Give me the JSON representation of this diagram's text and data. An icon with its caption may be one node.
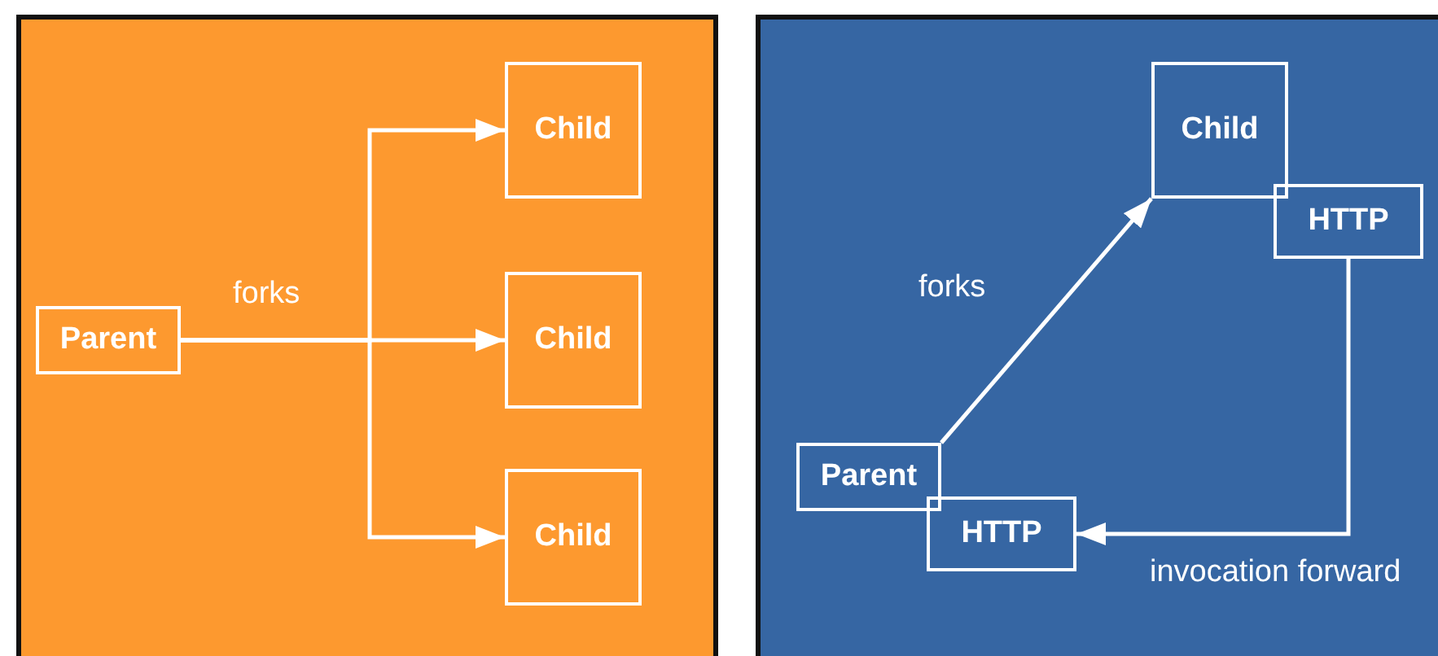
{
  "diagram": {
    "nodes": [
      {
        "text": [
          "Parent"
        ]
      },
      {
        "text": [
          "Child"
        ]
      },
      {
        "text": [
          "Child"
        ]
      },
      {
        "text": [
          "Child"
        ]
      },
      {
        "text": [
          "Parent"
        ]
      },
      {
        "text": [
          "HTTP"
        ]
      },
      {
        "text": [
          "Child"
        ]
      },
      {
        "text": [
          "HTTP"
        ]
      }
    ],
    "edges": [
      {
        "from": 0,
        "to": 1,
        "arrow": "to"
      },
      {
        "from": 0,
        "to": 2,
        "arrow": "to",
        "label": "forks"
      },
      {
        "from": 0,
        "to": 3,
        "arrow": "to"
      },
      {
        "from": 4,
        "to": 6,
        "arrow": "to",
        "label": "forks"
      },
      {
        "from": 7,
        "to": 5,
        "arrow": "to",
        "label": "invocation forward"
      }
    ]
  }
}
